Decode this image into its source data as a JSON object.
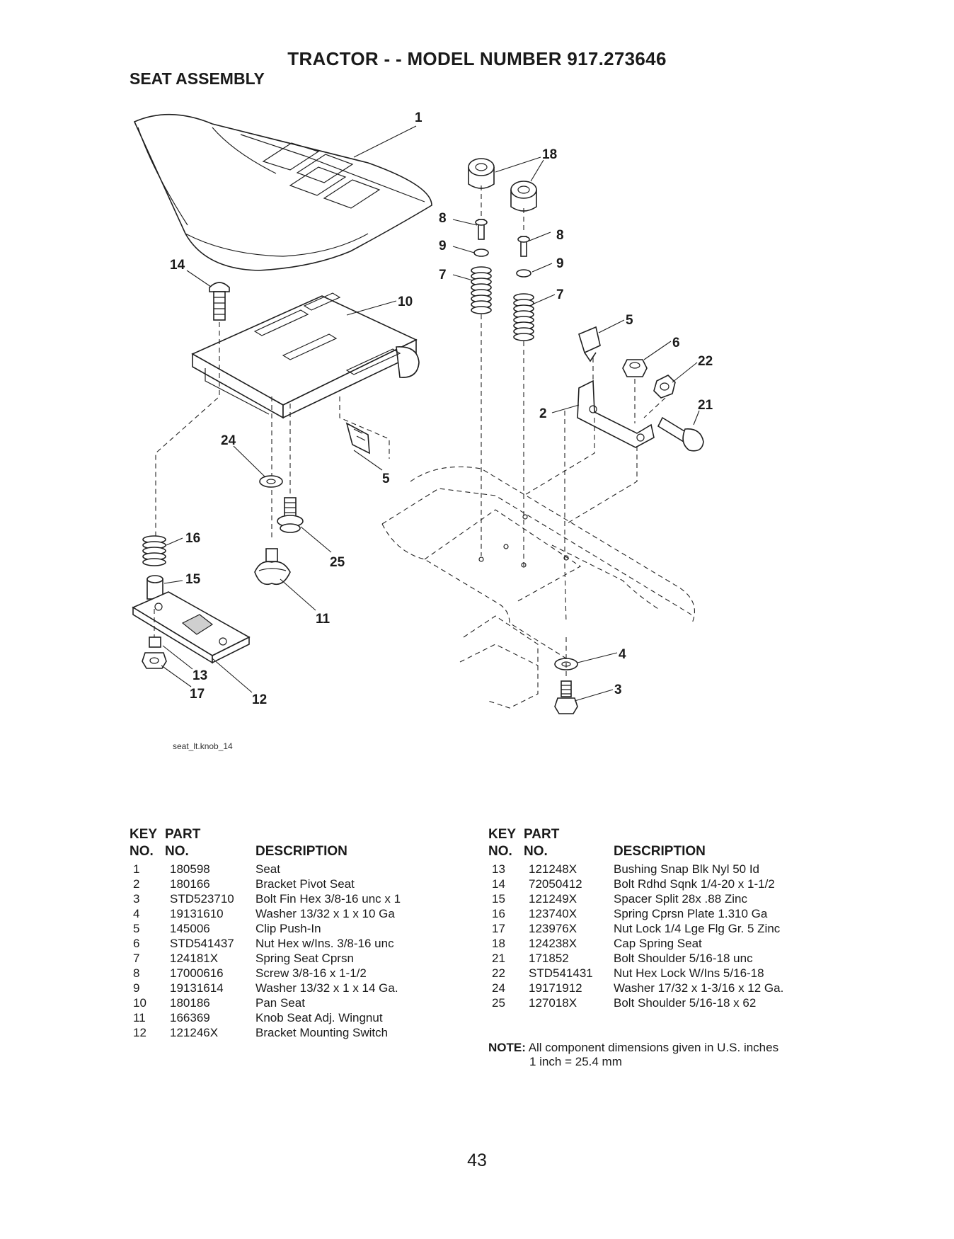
{
  "header": {
    "title": "TRACTOR - - MODEL NUMBER 917.273646",
    "subtitle": "SEAT ASSEMBLY"
  },
  "diagram": {
    "callouts": [
      "1",
      "18",
      "8",
      "9",
      "7",
      "8",
      "9",
      "7",
      "14",
      "10",
      "5",
      "6",
      "22",
      "2",
      "21",
      "24",
      "5",
      "16",
      "25",
      "15",
      "11",
      "4",
      "13",
      "17",
      "12",
      "3"
    ],
    "file_ref": "seat_lt.knob_14"
  },
  "parts_headers": {
    "key": "KEY",
    "no": "NO.",
    "part": "PART",
    "part_no": "NO.",
    "description": "DESCRIPTION"
  },
  "parts_left": [
    {
      "key": "1",
      "part": "180598",
      "description": "Seat"
    },
    {
      "key": "2",
      "part": "180166",
      "description": "Bracket Pivot Seat"
    },
    {
      "key": "3",
      "part": "STD523710",
      "description": "Bolt Fin Hex 3/8-16 unc x 1"
    },
    {
      "key": "4",
      "part": "19131610",
      "description": "Washer 13/32 x 1 x 10 Ga"
    },
    {
      "key": "5",
      "part": "145006",
      "description": "Clip Push-In"
    },
    {
      "key": "6",
      "part": "STD541437",
      "description": "Nut Hex w/Ins. 3/8-16 unc"
    },
    {
      "key": "7",
      "part": "124181X",
      "description": "Spring Seat Cprsn"
    },
    {
      "key": "8",
      "part": "17000616",
      "description": "Screw 3/8-16 x 1-1/2"
    },
    {
      "key": "9",
      "part": "19131614",
      "description": "Washer 13/32 x 1 x 14 Ga."
    },
    {
      "key": "10",
      "part": "180186",
      "description": "Pan Seat"
    },
    {
      "key": "11",
      "part": "166369",
      "description": "Knob Seat Adj. Wingnut"
    },
    {
      "key": "12",
      "part": "121246X",
      "description": "Bracket Mounting Switch"
    }
  ],
  "parts_right": [
    {
      "key": "13",
      "part": "121248X",
      "description": "Bushing Snap Blk Nyl 50 Id"
    },
    {
      "key": "14",
      "part": "72050412",
      "description": "Bolt Rdhd Sqnk 1/4-20 x 1-1/2"
    },
    {
      "key": "15",
      "part": "121249X",
      "description": "Spacer Split 28x .88 Zinc"
    },
    {
      "key": "16",
      "part": "123740X",
      "description": "Spring Cprsn Plate 1.310 Ga"
    },
    {
      "key": "17",
      "part": "123976X",
      "description": "Nut Lock 1/4 Lge Flg Gr. 5 Zinc"
    },
    {
      "key": "18",
      "part": "124238X",
      "description": "Cap Spring Seat"
    },
    {
      "key": "21",
      "part": "171852",
      "description": "Bolt Shoulder 5/16-18 unc"
    },
    {
      "key": "22",
      "part": "STD541431",
      "description": "Nut Hex Lock W/Ins 5/16-18"
    },
    {
      "key": "24",
      "part": "19171912",
      "description": "Washer 17/32 x 1-3/16 x 12 Ga."
    },
    {
      "key": "25",
      "part": "127018X",
      "description": "Bolt Shoulder 5/16-18 x 62"
    }
  ],
  "note": {
    "label": "NOTE:",
    "text": "All component dimensions given in U.S. inches",
    "conversion": "1 inch = 25.4 mm"
  },
  "page_number": "43"
}
